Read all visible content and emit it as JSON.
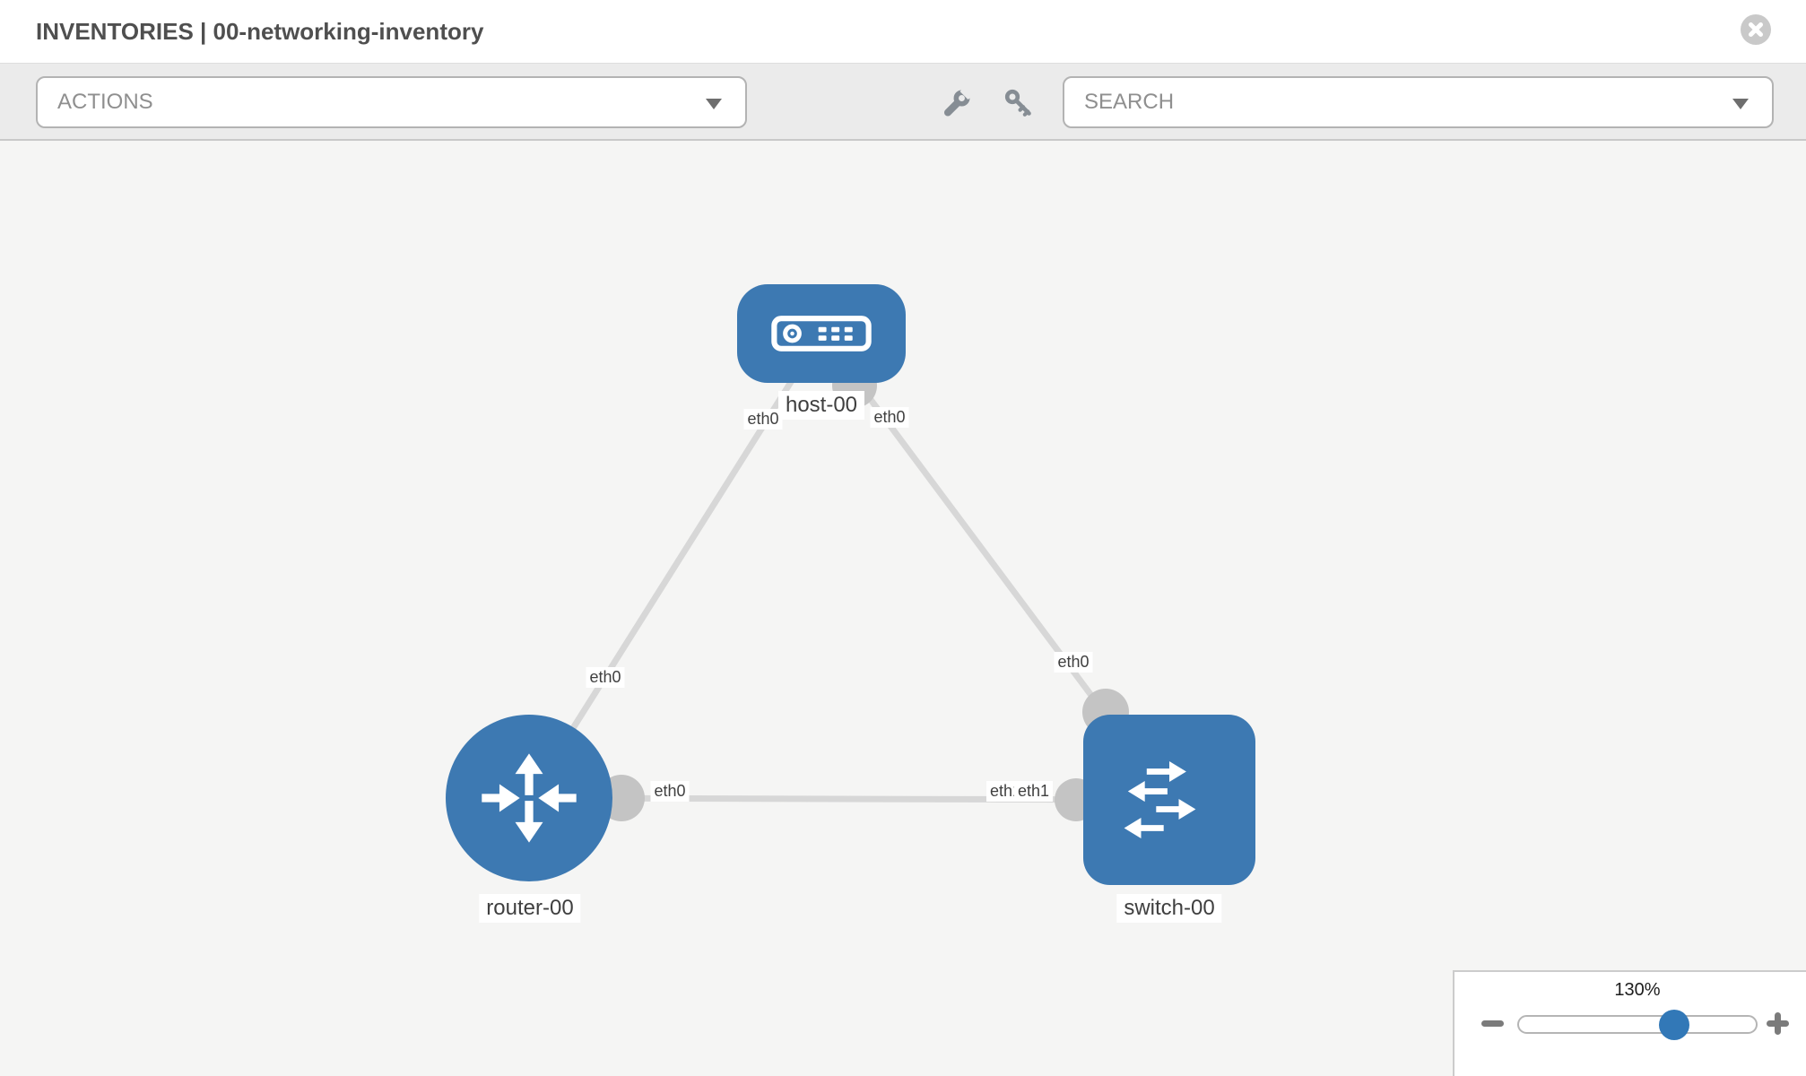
{
  "window": {
    "title": "INVENTORIES | 00-networking-inventory"
  },
  "toolbar": {
    "actions_dropdown": {
      "value": "ACTIONS"
    },
    "search_dropdown": {
      "value": "SEARCH"
    },
    "tool_icons": [
      {
        "name": "wrench-icon"
      },
      {
        "name": "key-icon"
      }
    ]
  },
  "topology": {
    "nodes": [
      {
        "id": "host-00",
        "label": "host-00",
        "type": "host",
        "icon": "host-device-icon"
      },
      {
        "id": "router-00",
        "label": "router-00",
        "type": "router",
        "icon": "router-arrows-icon"
      },
      {
        "id": "switch-00",
        "label": "switch-00",
        "type": "switch",
        "icon": "switch-arrows-icon"
      }
    ],
    "links": [
      {
        "source": "host-00",
        "target": "router-00",
        "source_interface": "eth0",
        "target_interface": "eth0"
      },
      {
        "source": "host-00",
        "target": "switch-00",
        "source_interface": "eth0",
        "target_interface": "eth0"
      },
      {
        "source": "router-00",
        "target": "switch-00",
        "source_interface": "eth0",
        "target_interface_back": "eth1",
        "target_interface_front": "eth1"
      }
    ]
  },
  "zoom_control": {
    "level": "130%"
  },
  "colors": {
    "node_blue": "#3d79b2",
    "link_gray": "#d7d7d7",
    "port_gray": "#c4c4c4",
    "thumb_blue": "#3278b7",
    "toolbar_gray": "#ebebeb"
  }
}
